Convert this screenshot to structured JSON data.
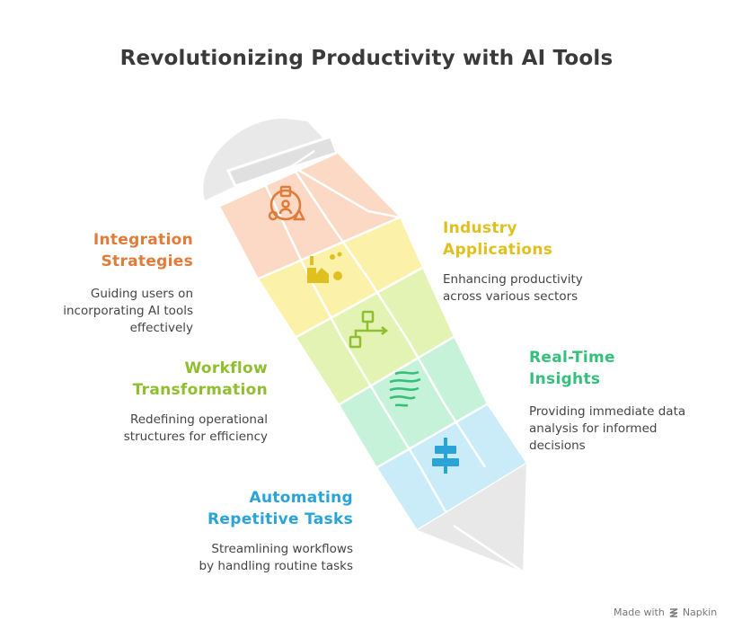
{
  "title": "Revolutionizing Productivity with AI Tools",
  "sections": [
    {
      "label_line1": "Integration",
      "label_line2": "Strategies",
      "desc_lines": [
        "Guiding users on",
        "incorporating AI tools",
        "effectively"
      ],
      "color": "#e07b39",
      "fill": "#fbd9c4",
      "icon": "team-icon"
    },
    {
      "label_line1": "Industry",
      "label_line2": "Applications",
      "desc_lines": [
        "Enhancing productivity",
        "across various sectors"
      ],
      "color": "#e0c020",
      "fill": "#fbf1a8",
      "icon": "factory-icon"
    },
    {
      "label_line1": "Workflow",
      "label_line2": "Transformation",
      "desc_lines": [
        "Redefining operational",
        "structures for efficiency"
      ],
      "color": "#8fbf2e",
      "fill": "#e2f3b4",
      "icon": "flowchart-icon"
    },
    {
      "label_line1": "Real-Time",
      "label_line2": "Insights",
      "desc_lines": [
        "Providing immediate data",
        "analysis for informed",
        "decisions"
      ],
      "color": "#34c07a",
      "fill": "#c5f2d8",
      "icon": "data-stream-icon"
    },
    {
      "label_line1": "Automating",
      "label_line2": "Repetitive Tasks",
      "desc_lines": [
        "Streamlining workflows",
        "by handling routine tasks"
      ],
      "color": "#29a3d8",
      "fill": "#c9ecf8",
      "icon": "align-icon"
    }
  ],
  "footer": {
    "made_with": "Made with",
    "brand": "Napkin"
  }
}
